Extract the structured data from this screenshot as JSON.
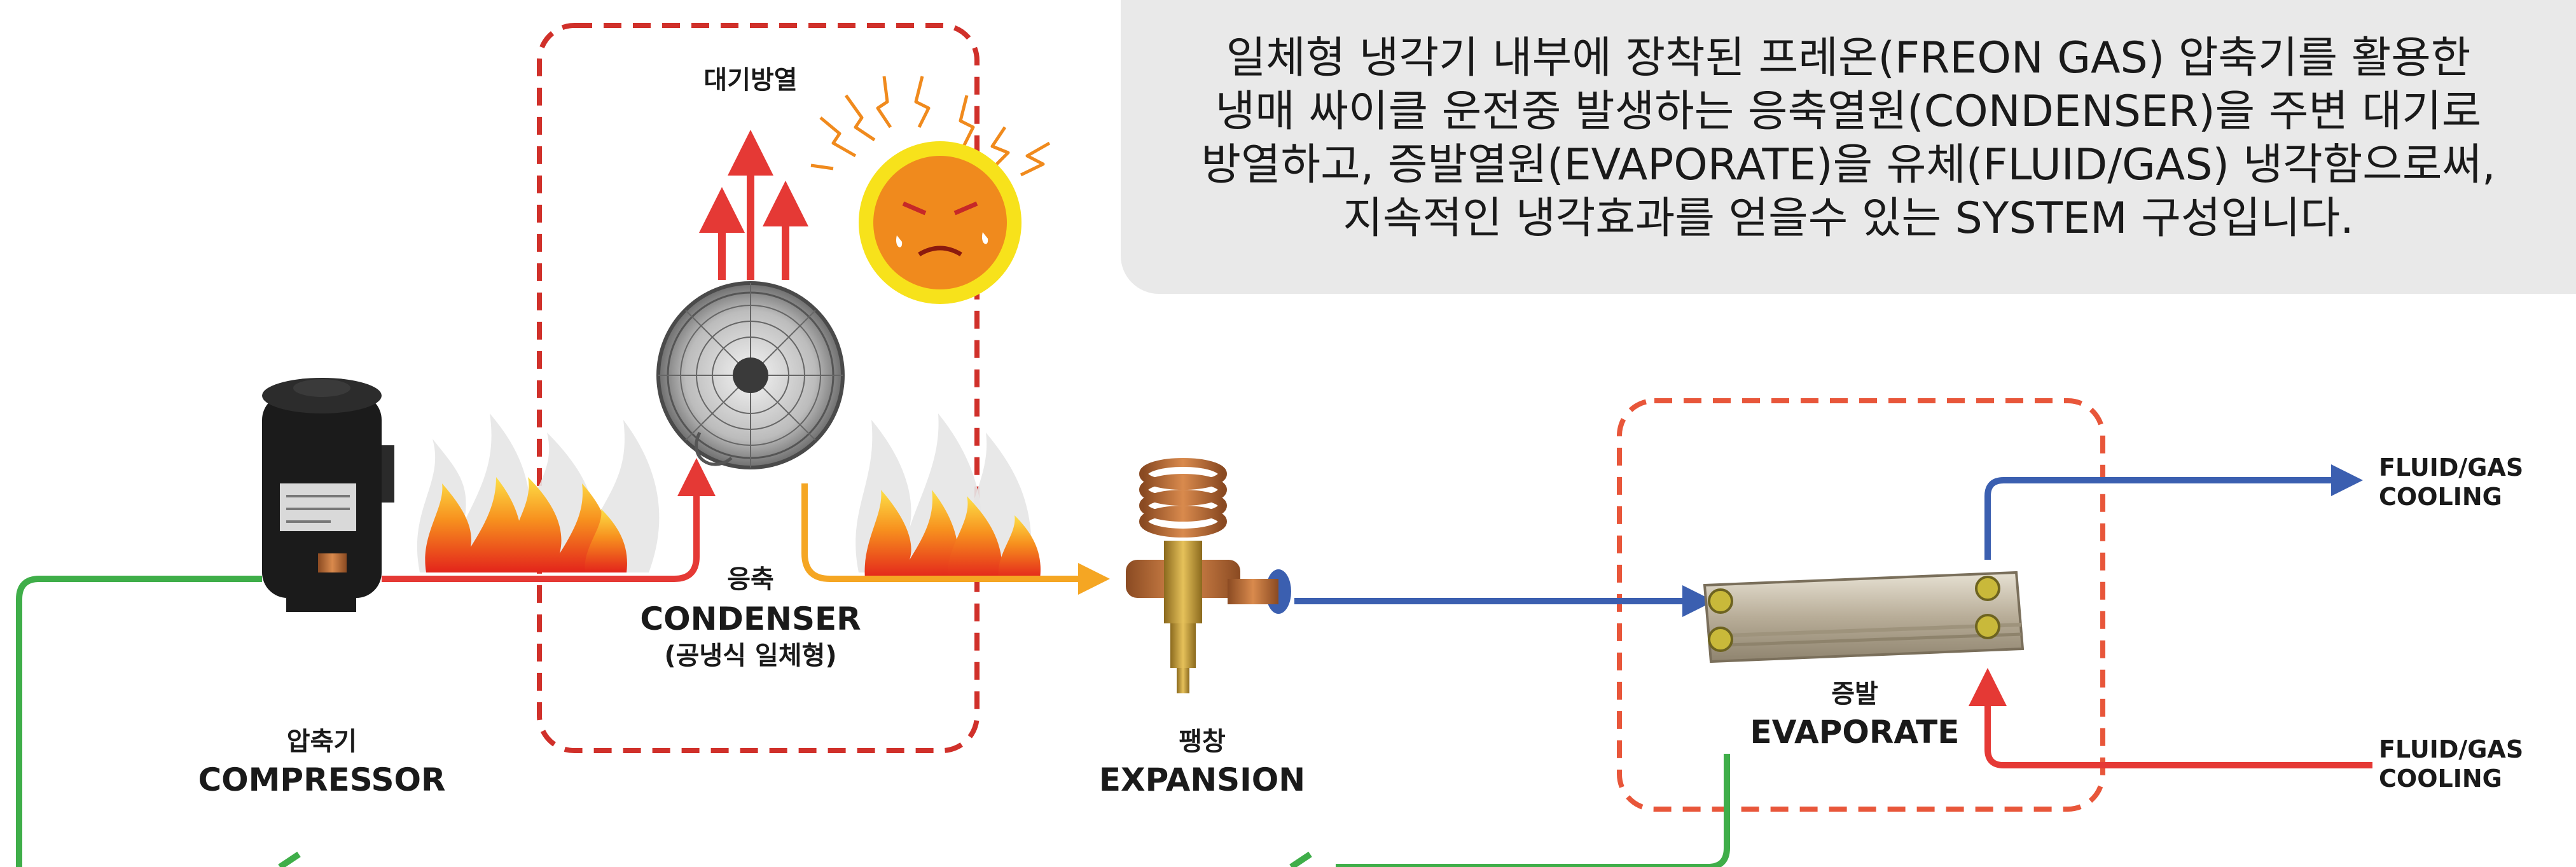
{
  "info": {
    "lines": [
      "일체형 냉각기 내부에 장착된 프레온(FREON GAS) 압축기를 활용한",
      "냉매 싸이클 운전중 발생하는 응축열원(CONDENSER)을 주변 대기로",
      "방열하고, 증발열원(EVAPORATE)을 유체(FLUID/GAS) 냉각함으로써,",
      "지속적인 냉각효과를 얻을수 있는 SYSTEM 구성입니다."
    ]
  },
  "heat_release": {
    "label": "대기방열"
  },
  "compressor": {
    "label_ko": "압축기",
    "label_en": "COMPRESSOR"
  },
  "condenser": {
    "label_ko": "응축",
    "label_en": "CONDENSER",
    "label_sub": "(공냉식 일체형)"
  },
  "expansion": {
    "label_ko": "팽창",
    "label_en": "EXPANSION"
  },
  "evaporator": {
    "label_ko": "증발",
    "label_en": "EVAPORATE"
  },
  "outputs": {
    "top": {
      "line1": "FLUID/GAS",
      "line2": "COOLING"
    },
    "bottom": {
      "line1": "FLUID/GAS",
      "line2": "COOLING"
    }
  },
  "colors": {
    "hot_line": "#e53935",
    "warm_line": "#f5a623",
    "cold_line": "#3b5fb0",
    "return_line": "#3fae49",
    "dashed_border": "#d0302a",
    "evap_dashed": "#e8563a",
    "sun_face": "#f08a1d",
    "sun_ring": "#f7e21b"
  }
}
